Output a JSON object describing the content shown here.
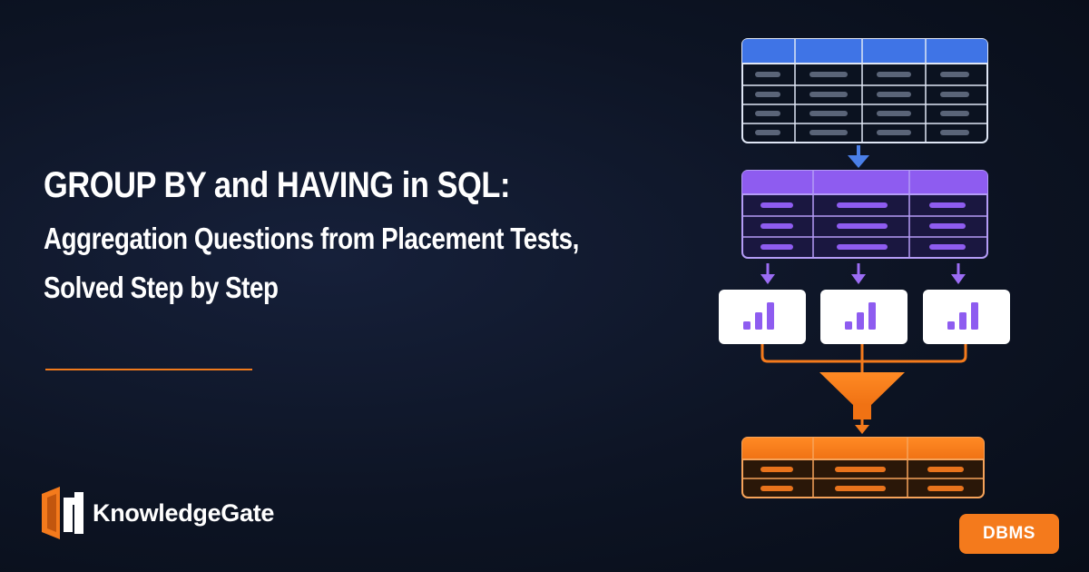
{
  "title": {
    "line1": "GROUP BY and HAVING in SQL:",
    "line2": "Aggregation Questions from Placement Tests,",
    "line3": "Solved Step by Step"
  },
  "brand": {
    "name": "KnowledgeGate",
    "icon": "knowledgegate-logo-icon"
  },
  "badge": {
    "label": "DBMS"
  },
  "colors": {
    "background": "#0d1424",
    "accent_orange": "#f47a1c",
    "table_blue": "#3f74e6",
    "table_purple": "#8e5cf0"
  },
  "diagram": {
    "source_table_icon": "blue-table-icon",
    "grouped_table_icon": "purple-table-icon",
    "aggregate_icons": [
      "bar-chart-icon",
      "bar-chart-icon",
      "bar-chart-icon"
    ],
    "filter_icon": "funnel-icon",
    "result_table_icon": "orange-table-icon"
  }
}
